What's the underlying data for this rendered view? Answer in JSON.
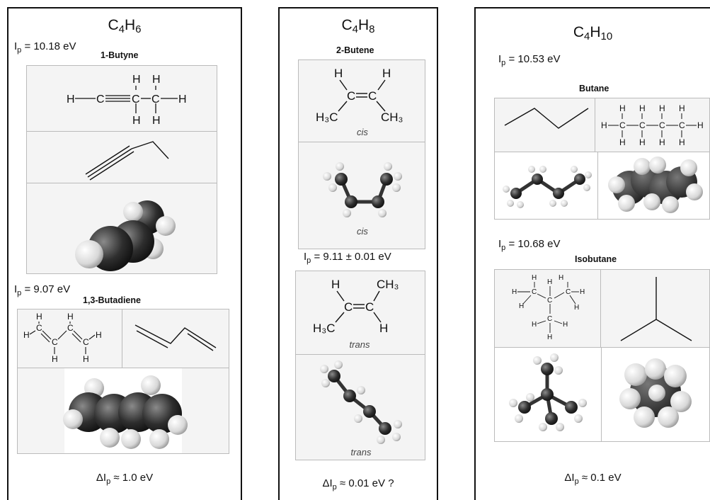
{
  "panels": [
    {
      "formula": {
        "base1": "C",
        "n1": "4",
        "base2": "H",
        "n2": "6"
      },
      "molecules": [
        {
          "name": "1-Butyne",
          "ip_symbol": "I",
          "ip_sub": "p",
          "ip_value": " = 10.18 eV"
        },
        {
          "name": "1,3-Butadiene",
          "ip_symbol": "I",
          "ip_sub": "p",
          "ip_value": " = 9.07 eV"
        }
      ],
      "delta": {
        "prefix": "ΔI",
        "sub": "p",
        "value": " ≈ 1.0 eV"
      }
    },
    {
      "formula": {
        "base1": "C",
        "n1": "4",
        "base2": "H",
        "n2": "8"
      },
      "name": "2-Butene",
      "caption_cis": "cis",
      "caption_trans": "trans",
      "ip": {
        "symbol": "I",
        "sub": "p",
        "value": " = 9.11 ± 0.01 eV"
      },
      "delta": {
        "prefix": "ΔI",
        "sub": "p",
        "value": " ≈ 0.01 eV ?"
      }
    },
    {
      "formula": {
        "base1": "C",
        "n1": "4",
        "base2": "H",
        "n2": "10"
      },
      "molecules": [
        {
          "name": "Butane",
          "ip_symbol": "I",
          "ip_sub": "p",
          "ip_value": " = 10.53 eV"
        },
        {
          "name": "Isobutane",
          "ip_symbol": "I",
          "ip_sub": "p",
          "ip_value": " = 10.68 eV"
        }
      ],
      "delta": {
        "prefix": "ΔI",
        "sub": "p",
        "value": " ≈ 0.1 eV"
      }
    }
  ],
  "atoms": {
    "H": "H",
    "C": "C",
    "H3C": "H₃C",
    "CH3": "CH₃"
  },
  "colors": {
    "border": "#111111",
    "box_bg": "#f4f4f4",
    "box_border": "#bbbbbb",
    "carbon": "#2b2b2b",
    "hydrogen": "#e8e8e8"
  }
}
